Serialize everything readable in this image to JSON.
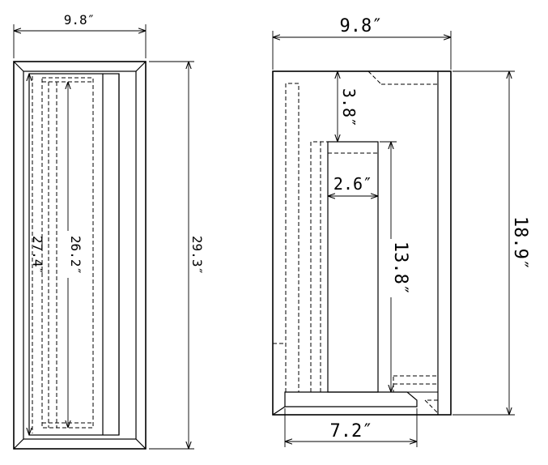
{
  "left_view": {
    "width_label": "9.8″",
    "height_label": "29.3″",
    "inner_height_label": "27.4″",
    "inner_height2_label": "26.2″"
  },
  "right_view": {
    "width_label": "9.8″",
    "height_label": "18.9″",
    "top_gap_label": "3.8″",
    "slot_width_label": "2.6″",
    "slot_height_label": "13.8″",
    "base_width_label": "7.2″"
  }
}
